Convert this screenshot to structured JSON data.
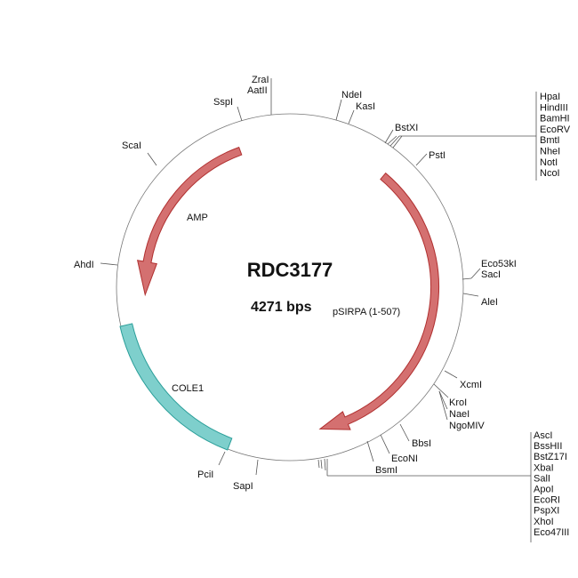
{
  "plasmid": {
    "name": "RDC3177",
    "size": "4271 bps",
    "insert": "pSIRPA (1-507)"
  },
  "features": {
    "amp": {
      "label": "AMP",
      "color": "#d47070"
    },
    "psirpa": {
      "label": "pSIRPA (1-507)",
      "color": "#d47070"
    },
    "cole1": {
      "label": "COLE1",
      "color": "#7ecfcc"
    }
  },
  "sites": {
    "zrai": "ZraI",
    "aatii": "AatII",
    "sspi": "SspI",
    "ndei": "NdeI",
    "kasi": "KasI",
    "bstxi": "BstXI",
    "psti": "PstI",
    "scai": "ScaI",
    "ahdi": "AhdI",
    "eco53ki": "Eco53kI",
    "saci": "SacI",
    "alei": "AleI",
    "xcmi": "XcmI",
    "kroi": "KroI",
    "naei": "NaeI",
    "ngomiv": "NgoMIV",
    "bbsi": "BbsI",
    "econi": "EcoNI",
    "bsmi": "BsmI",
    "pcii": "PciI",
    "sapi": "SapI"
  },
  "mcs_top": [
    "HpaI",
    "HindIII",
    "BamHI",
    "EcoRV",
    "BmtI",
    "NheI",
    "NotI",
    "NcoI"
  ],
  "mcs_bottom": [
    "AscI",
    "BssHII",
    "BstZ17I",
    "XbaI",
    "SalI",
    "ApoI",
    "EcoRI",
    "PspXI",
    "XhoI",
    "Eco47III"
  ]
}
